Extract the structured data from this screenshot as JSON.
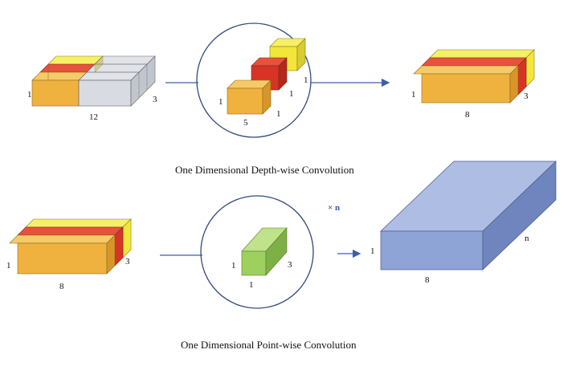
{
  "colors": {
    "orange_front": "#f0b23e",
    "orange_top": "#f6ca68",
    "red_front": "#d83425",
    "red_top": "#e8513c",
    "yellow_front": "#f2e63a",
    "yellow_top": "#f6f066",
    "green_front": "#9dd05e",
    "green_top": "#bfe38a",
    "green_side": "#7fb045",
    "blue_front": "#8ea3d6",
    "blue_top": "#aebde4",
    "blue_side": "#7085bd",
    "arrow": "#3b5fa8",
    "circle": "#2f4a7c"
  },
  "depthwise": {
    "input": {
      "height_label": "1",
      "depth_label": "3",
      "width_label": "12"
    },
    "kernel": {
      "height_label": "1",
      "depth_label_a": "1",
      "depth_label_b": "1",
      "depth_label_c": "1",
      "width_label": "5"
    },
    "output": {
      "height_label": "1",
      "depth_label": "3",
      "width_label": "8"
    },
    "caption": "One Dimensional Depth-wise Convolution"
  },
  "pointwise": {
    "input": {
      "height_label": "1",
      "depth_label": "3",
      "width_label": "8"
    },
    "kernel": {
      "height_label": "1",
      "depth_label": "3",
      "width_label": "1"
    },
    "multiplier": "× n",
    "output": {
      "height_label": "1",
      "depth_label": "n",
      "width_label": "8"
    },
    "caption": "One Dimensional Point-wise Convolution"
  }
}
